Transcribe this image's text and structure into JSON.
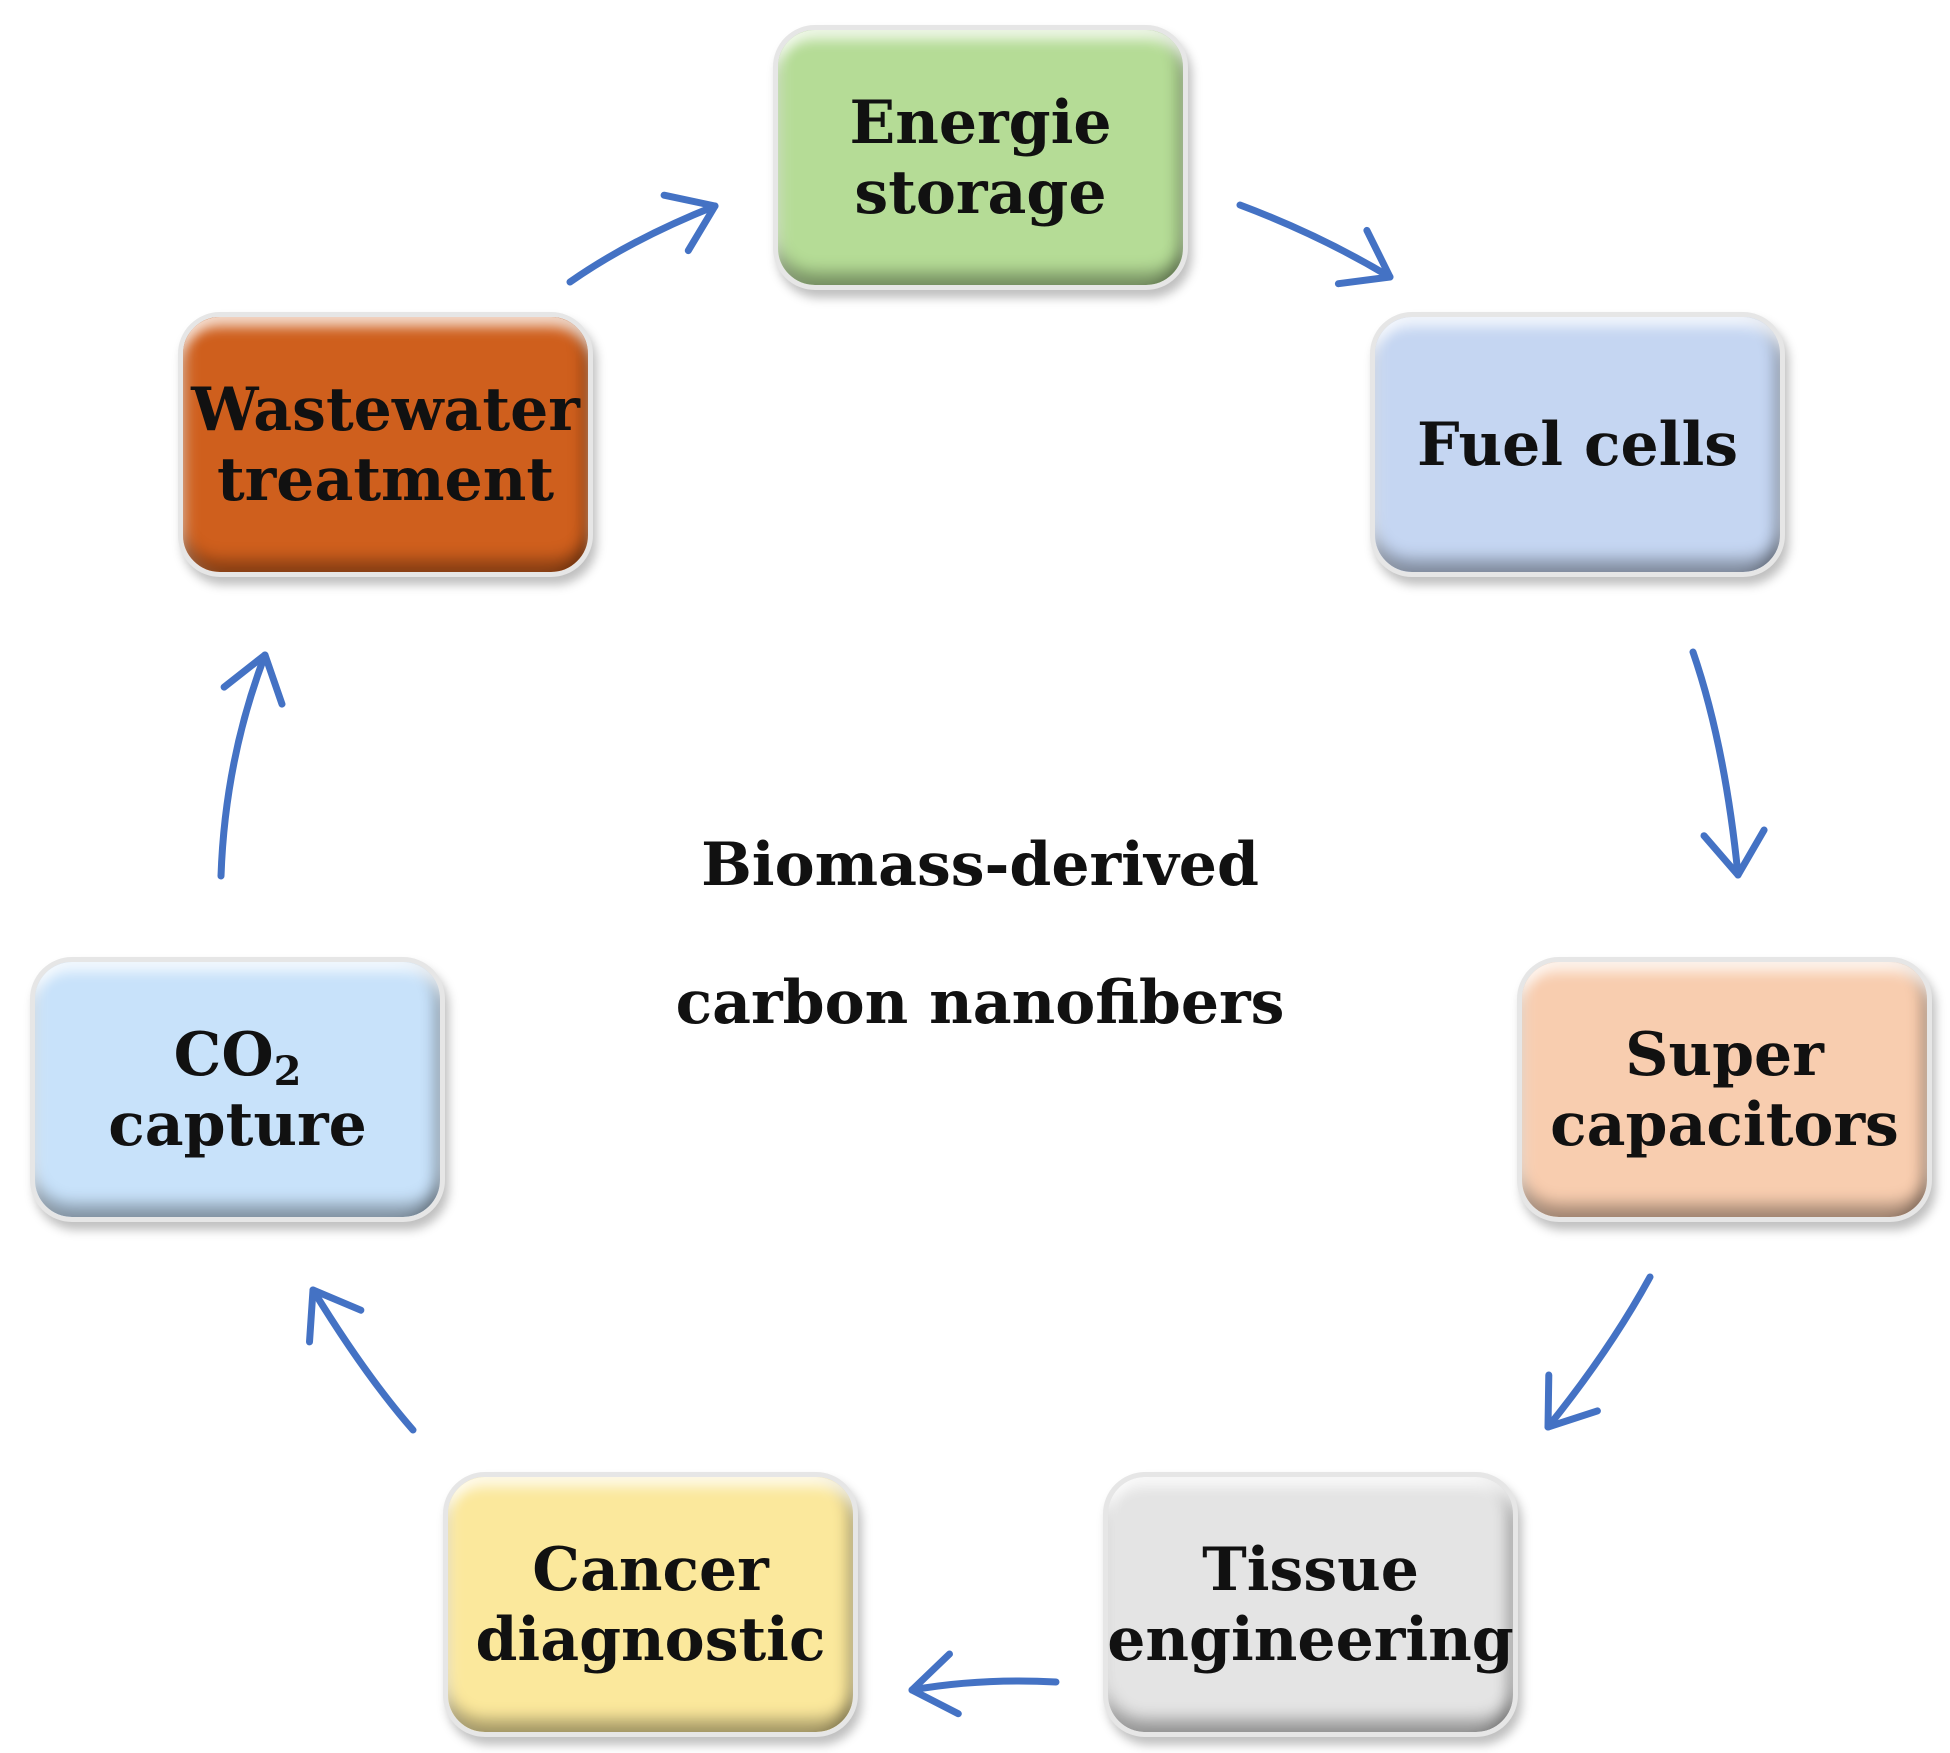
{
  "center": {
    "line1": "Biomass-derived",
    "line2": "carbon nanofibers"
  },
  "nodes": {
    "energie": {
      "line1": "Energie",
      "line2": "storage",
      "color": "#b5dc96"
    },
    "fuel": {
      "line1": "Fuel cells",
      "color": "#c5d6f2"
    },
    "super": {
      "line1": "Super",
      "line2": "capacitors",
      "color": "#f8cdaf"
    },
    "tissue": {
      "line1": "Tissue",
      "line2": "engineering",
      "color": "#e4e4e4"
    },
    "cancer": {
      "line1": "Cancer",
      "line2": "diagnostic",
      "color": "#fbe89c"
    },
    "co2": {
      "main": "CO",
      "sub": "2",
      "line2": "capture",
      "color": "#c8e2fa"
    },
    "wastewater": {
      "line1": "Wastewater",
      "line2": "treatment",
      "color": "#cf5f1d"
    }
  },
  "arrow_color": "#4472c4"
}
